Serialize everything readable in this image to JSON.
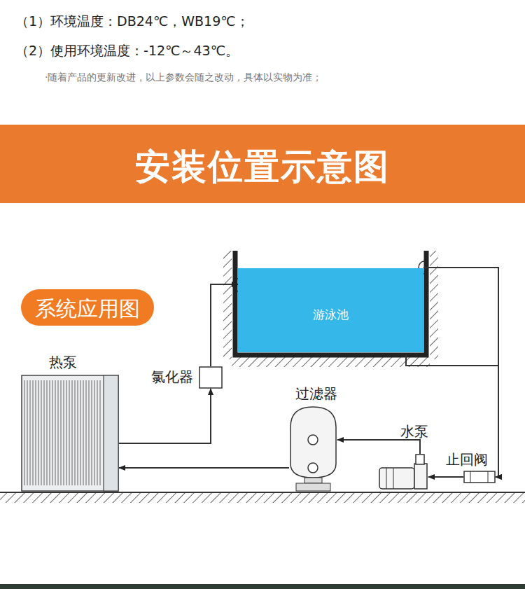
{
  "diagram": {
    "title": "安装位置示意图",
    "nodes": [
      {
        "text": [
          "游泳池"
        ]
      },
      {
        "text": [
          "系统应用图"
        ]
      },
      {
        "text": [
          "热泵"
        ]
      },
      {
        "text": [
          "氯化器"
        ]
      },
      {
        "text": [
          "过滤器"
        ]
      },
      {
        "text": [
          "水泵"
        ]
      },
      {
        "text": [
          "止回阀"
        ]
      }
    ],
    "edges": [
      {
        "from": 3,
        "to": 0,
        "arrow": "to"
      },
      {
        "from": 2,
        "to": 3,
        "arrow": "to"
      },
      {
        "from": 0,
        "to": 6,
        "arrow": "to"
      },
      {
        "from": 0,
        "to": 6,
        "arrow": "to"
      },
      {
        "from": 6,
        "to": 5,
        "arrow": "to"
      },
      {
        "from": 5,
        "to": 4,
        "arrow": "to"
      },
      {
        "from": 4,
        "to": 2,
        "arrow": "to"
      }
    ],
    "labels": [
      "（1）环境温度：DB24℃，WB19℃；",
      "（2）使用环境温度：-12℃～43℃。",
      "·随着产品的更新改进，以上参数会随之改动，具体以实物为准；"
    ]
  }
}
